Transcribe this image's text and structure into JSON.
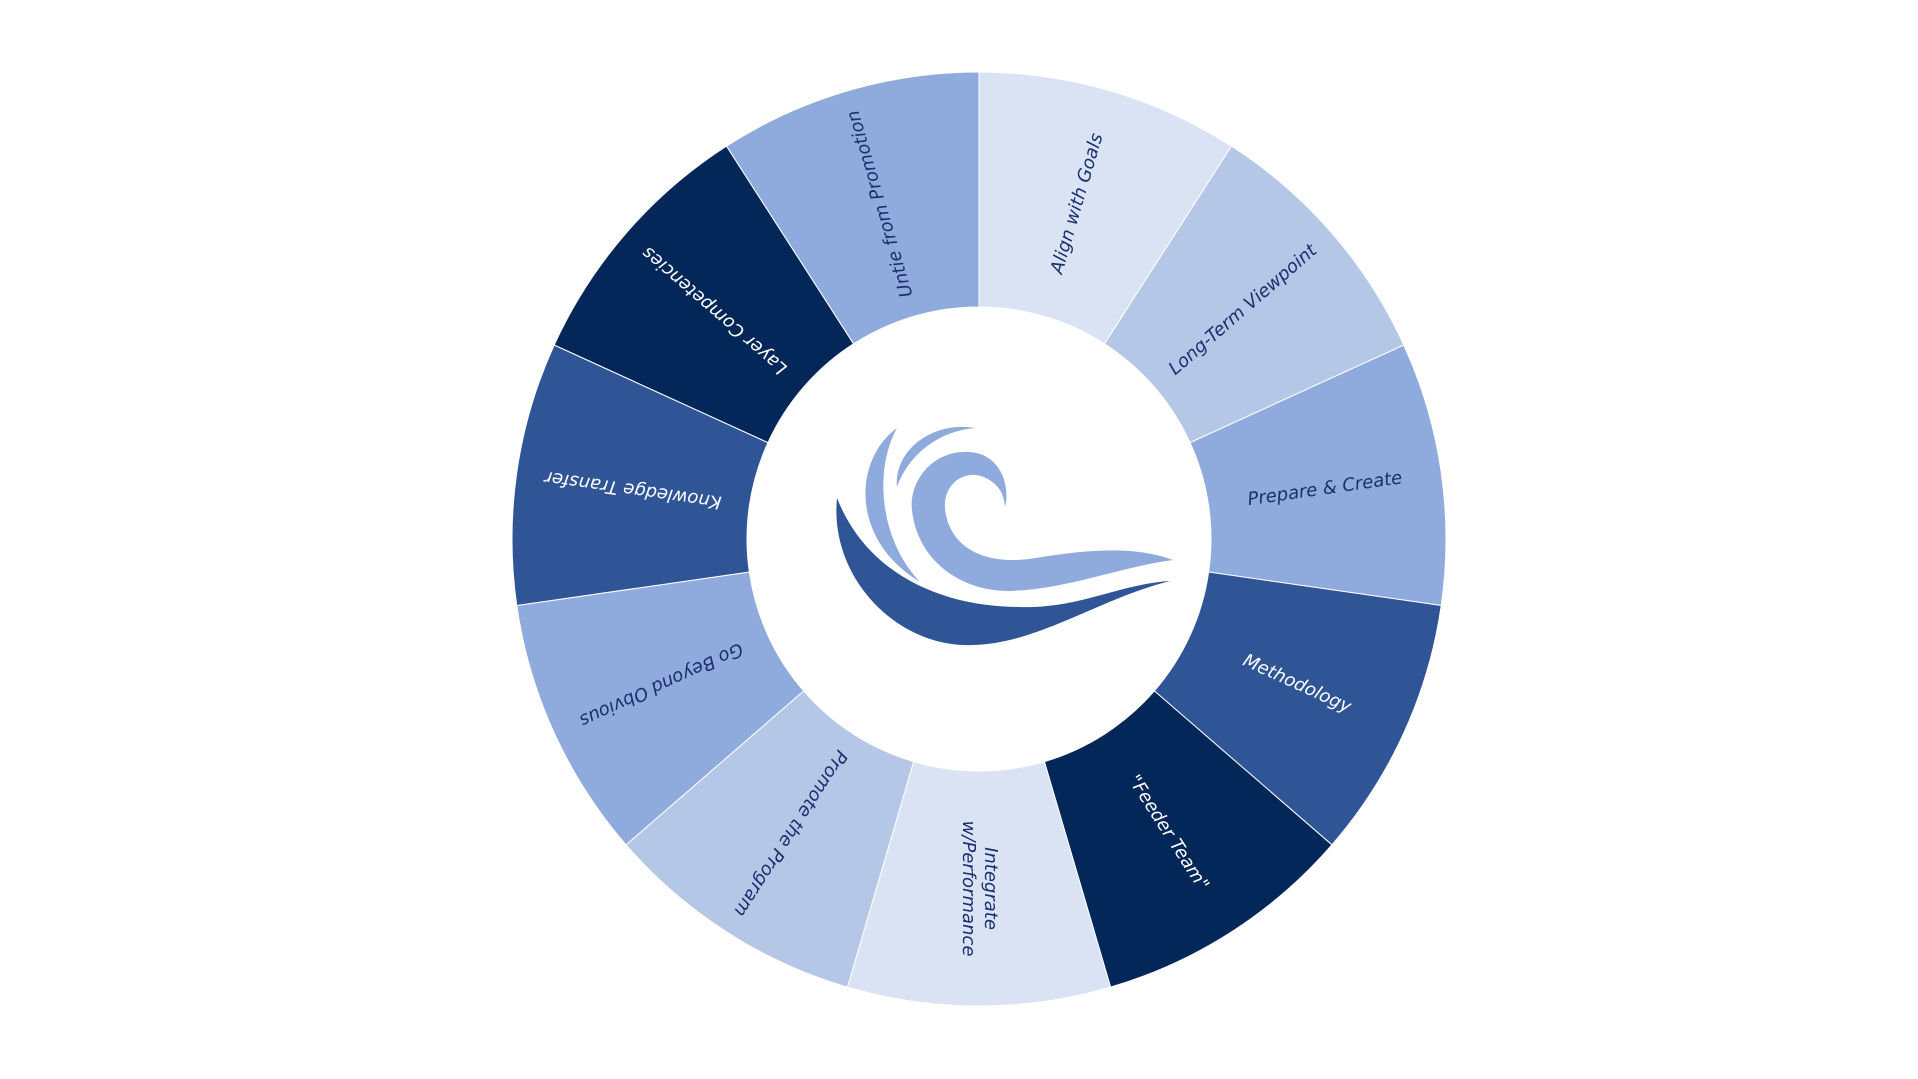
{
  "diagram": {
    "segments": [
      {
        "label": [
          "Align with Goals"
        ],
        "color": "#dae3f3",
        "text_color": "#1b2f6e"
      },
      {
        "label": [
          "Long-Term Viewpoint"
        ],
        "color": "#b4c7e7",
        "text_color": "#1b2f6e"
      },
      {
        "label": [
          "Prepare & Create"
        ],
        "color": "#8faadc",
        "text_color": "#1b2f6e"
      },
      {
        "label": [
          "Methodology"
        ],
        "color": "#2f5597",
        "text_color": "#ffffff"
      },
      {
        "label": [
          "\"Feeder Team\""
        ],
        "color": "#042759",
        "text_color": "#ffffff"
      },
      {
        "label": [
          "Integrate",
          "w/Performance"
        ],
        "color": "#dae3f3",
        "text_color": "#1b2f6e"
      },
      {
        "label": [
          "Promote the Program"
        ],
        "color": "#b4c7e7",
        "text_color": "#1b2f6e"
      },
      {
        "label": [
          "Go Beyond Obvious"
        ],
        "color": "#8faadc",
        "text_color": "#1b2f6e"
      },
      {
        "label": [
          "Knowledge Transfer"
        ],
        "color": "#2f5597",
        "text_color": "#ffffff"
      },
      {
        "label": [
          "Layer Competencies"
        ],
        "color": "#042759",
        "text_color": "#ffffff"
      },
      {
        "label": [
          "Untie from Promotion"
        ],
        "color": "#8faadc",
        "text_color": "#1b2f6e"
      }
    ],
    "center_logo": {
      "icon": "wave-logo-icon",
      "colors": {
        "light": "#8faadc",
        "dark": "#2f5597"
      }
    }
  }
}
